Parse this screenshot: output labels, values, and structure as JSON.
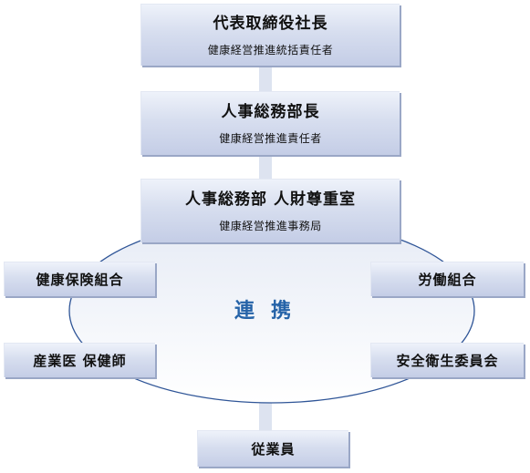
{
  "ceo": {
    "title": "代表取締役社長",
    "role": "健康経営推進統括責任者"
  },
  "hr_manager": {
    "title": "人事総務部長",
    "role": "健康経営推進責任者"
  },
  "hr_office": {
    "title": "人事総務部 人財尊重室",
    "role": "健康経営推進事務局"
  },
  "partners_left": [
    "健康保険組合",
    "産業医 保健師"
  ],
  "partners_right": [
    "労働組合",
    "安全衛生委員会"
  ],
  "cooperation_label": "連携",
  "employees": "従業員",
  "colors": {
    "box_fill_top": "#eef2fa",
    "box_fill_bottom": "#c4cde6",
    "connector": "#dde3f0",
    "ellipse": "#2f5597",
    "cooperation_text": "#2563a8"
  }
}
